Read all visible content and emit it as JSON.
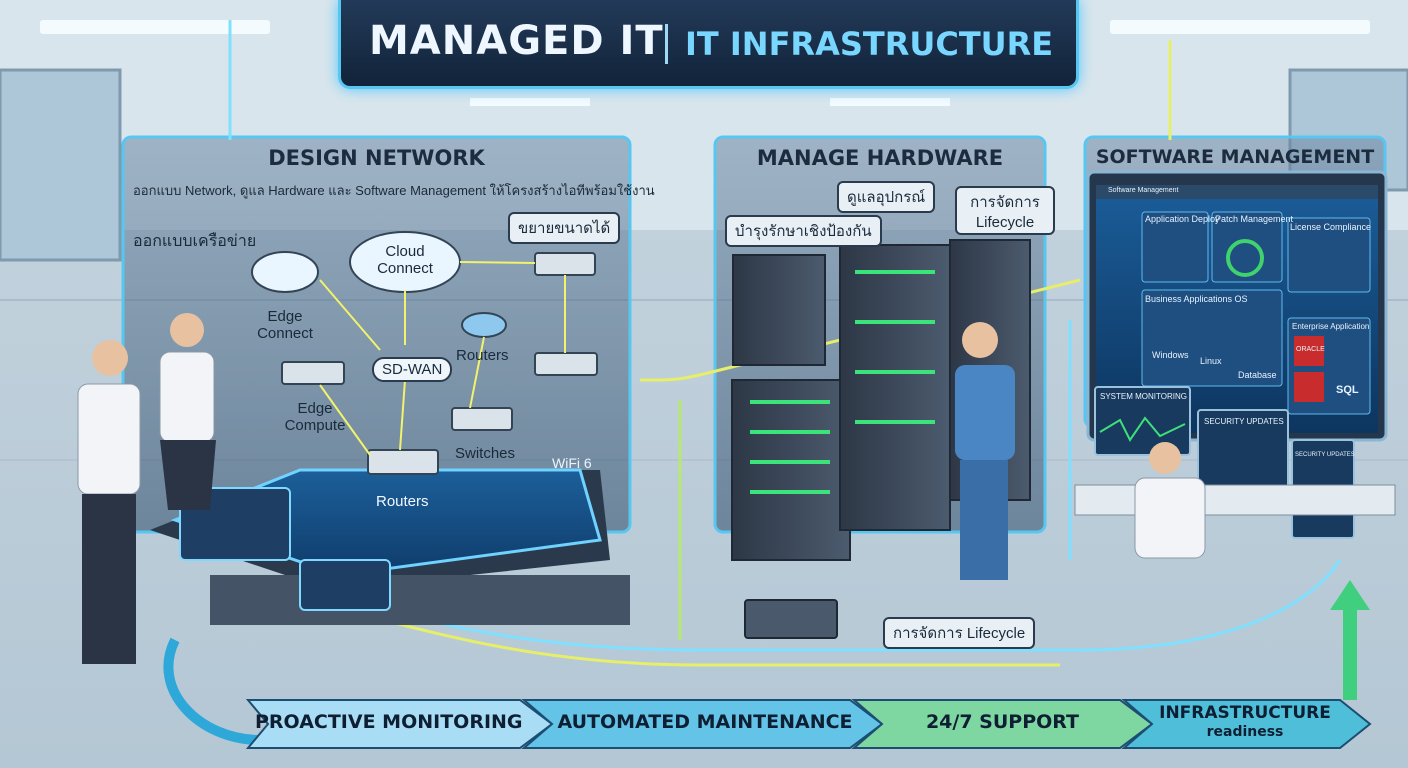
{
  "header": {
    "title_left": "MANAGED IT",
    "title_right": "IT INFRASTRUCTURE"
  },
  "design_network": {
    "title": "DESIGN NETWORK",
    "subtitle": "ออกแบบ Network, ดูแล Hardware และ Software Management ให้โครงสร้างไอทีพร้อมใช้งาน",
    "design_label": "ออกแบบเครือข่าย",
    "scalable_label": "ขยายขนาดได้",
    "nodes": {
      "cloud": "Cloud Connect",
      "edge_connect": "Edge Connect",
      "sdwan": "SD-WAN",
      "routers_top": "Routers",
      "edge_compute": "Edge Compute",
      "switches": "Switches",
      "wifi": "WiFi 6",
      "routers_bottom": "Routers"
    }
  },
  "manage_hardware": {
    "title": "MANAGE HARDWARE",
    "care_label": "ดูแลอุปกรณ์",
    "maintenance_label": "บำรุงรักษาเชิงป้องกัน",
    "lifecycle_label": "การจัดการ Lifecycle",
    "lifecycle_bottom": "การจัดการ Lifecycle"
  },
  "software_management": {
    "title": "SOFTWARE MANAGEMENT",
    "screen": {
      "topbar": "Software Management",
      "app_deploy": "Application Deploy",
      "patch": "Patch Management",
      "license": "License Compliance",
      "os_section": "Business Applications OS",
      "os_items": [
        "Windows",
        "Linux",
        "Database"
      ],
      "enterprise": "Enterprise Application",
      "sql": "SQL",
      "oracle": "ORACLE"
    },
    "monitors": [
      "SYSTEM MONITORING",
      "SECURITY UPDATES",
      "SECURITY UPDATES"
    ]
  },
  "pipeline": {
    "stages": [
      "PROACTIVE MONITORING",
      "AUTOMATED MAINTENANCE",
      "24/7 SUPPORT"
    ],
    "final_line1": "INFRASTRUCTURE",
    "final_line2": "readiness"
  },
  "colors": {
    "glow": "#57c7f2",
    "stage1": "#a8ddf5",
    "stage2": "#63c4e8",
    "stage3": "#7ed7a1",
    "stage4": "#4fbfd9",
    "panel": "#3a5a7a"
  }
}
